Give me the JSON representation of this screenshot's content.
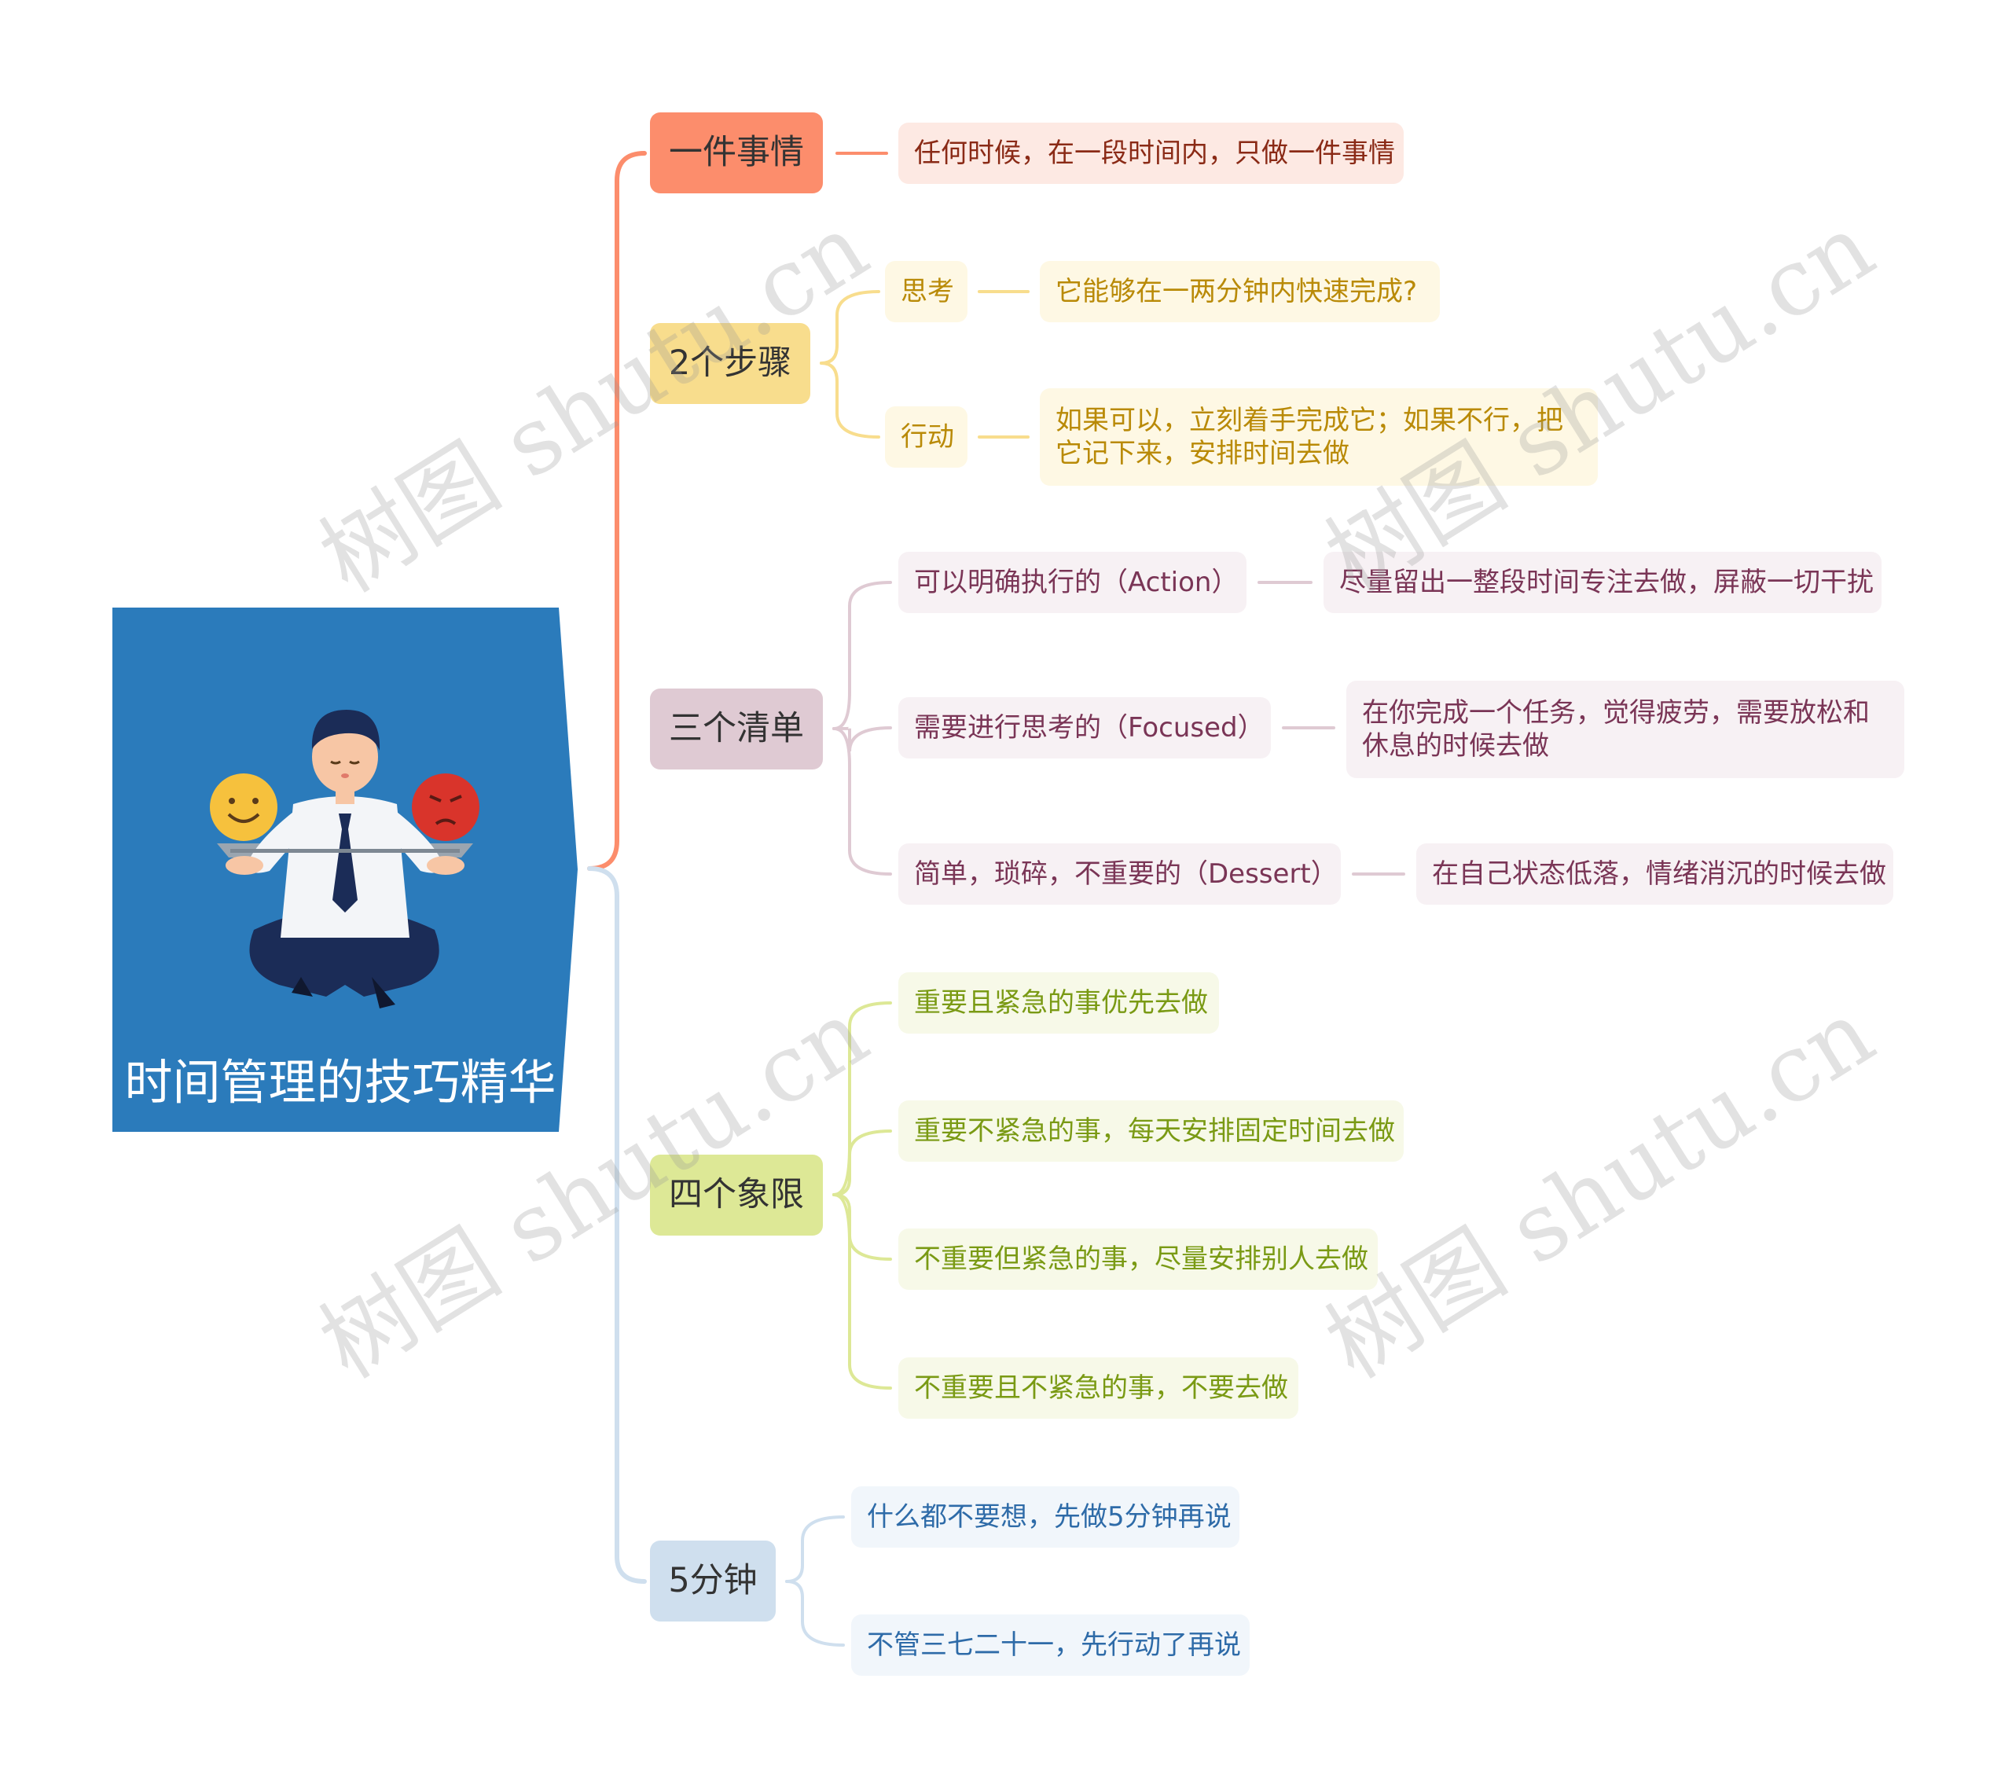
{
  "root": {
    "title": "时间管理的技巧精华",
    "illustration": "meditating-businessman-with-scale-illustration",
    "color": "#2b7bbb"
  },
  "branches": [
    {
      "id": "one-thing",
      "label": "一件事情",
      "color": "#fc8d6c",
      "text_color": "#333333",
      "leaf_bg": "#fde9e3",
      "leaf_text": "#8a2a16",
      "items": [
        {
          "label": "任何时候，在一段时间内，只做一件事情"
        }
      ]
    },
    {
      "id": "two-steps",
      "label": "2个步骤",
      "color": "#f8dd8d",
      "text_color": "#333333",
      "leaf_bg": "#fef8e4",
      "leaf_text": "#b98a07",
      "items": [
        {
          "label": "思考",
          "detail": "它能够在一两分钟内快速完成?"
        },
        {
          "label": "行动",
          "detail": "如果可以，立刻着手完成它；如果不行，把它记下来，安排时间去做"
        }
      ]
    },
    {
      "id": "three-lists",
      "label": "三个清单",
      "color": "#dfcad3",
      "text_color": "#333333",
      "leaf_bg": "#f7f1f4",
      "leaf_text": "#7a3556",
      "items": [
        {
          "label": "可以明确执行的（Action）",
          "detail": "尽量留出一整段时间专注去做，屏蔽一切干扰"
        },
        {
          "label": "需要进行思考的（Focused）",
          "detail": "在你完成一个任务，觉得疲劳，需要放松和休息的时候去做"
        },
        {
          "label": "简单，琐碎，不重要的（Dessert）",
          "detail": "在自己状态低落，情绪消沉的时候去做"
        }
      ]
    },
    {
      "id": "four-quadrants",
      "label": "四个象限",
      "color": "#dde896",
      "text_color": "#333333",
      "leaf_bg": "#f7f9e8",
      "leaf_text": "#7a9a14",
      "items": [
        {
          "label": "重要且紧急的事优先去做"
        },
        {
          "label": "重要不紧急的事，每天安排固定时间去做"
        },
        {
          "label": "不重要但紧急的事，尽量安排别人去做"
        },
        {
          "label": "不重要且不紧急的事，不要去做"
        }
      ]
    },
    {
      "id": "five-minutes",
      "label": "5分钟",
      "color": "#cfdfee",
      "text_color": "#333333",
      "leaf_bg": "#f1f6fb",
      "leaf_text": "#2e6ba8",
      "items": [
        {
          "label": "什么都不要想，先做5分钟再说"
        },
        {
          "label": "不管三七二十一，先行动了再说"
        }
      ]
    }
  ],
  "watermark": {
    "text": "树图 shutu.cn"
  }
}
